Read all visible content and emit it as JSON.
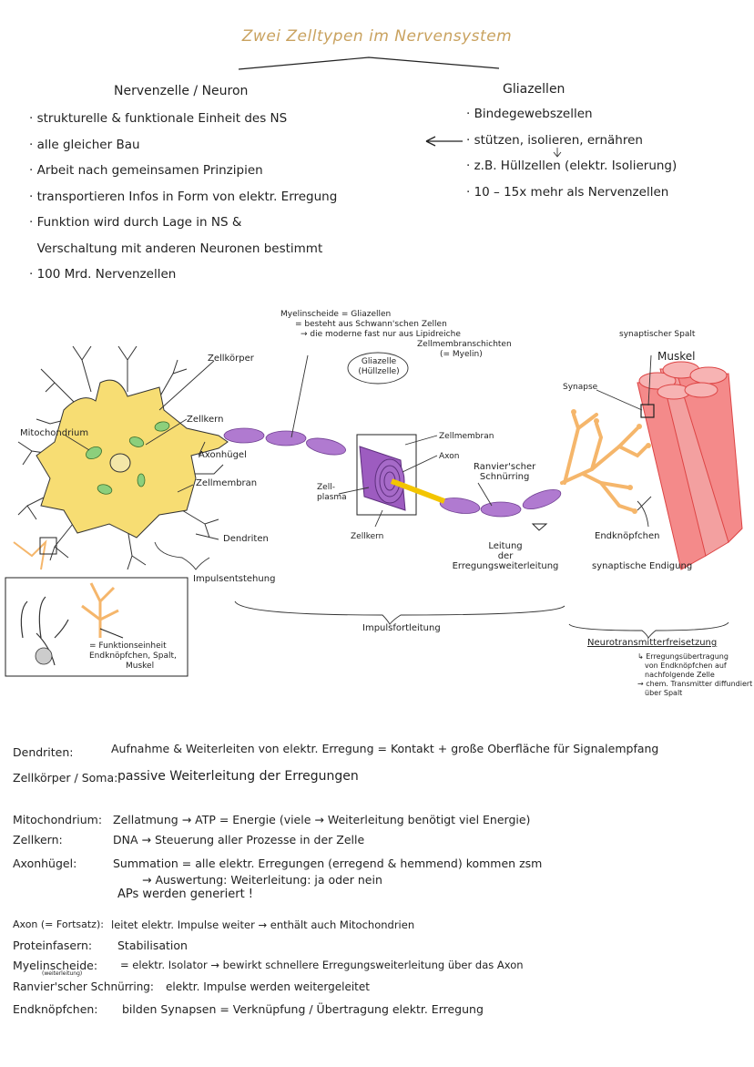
{
  "title": "Zwei Zelltypen im Nervensystem",
  "neuron": {
    "heading": "Nervenzelle / Neuron",
    "items": [
      "· strukturelle & funktionale Einheit des NS",
      "· alle gleicher Bau",
      "· Arbeit nach gemeinsamen Prinzipien",
      "· transportieren Infos in Form von elektr. Erregung",
      "· Funktion wird durch Lage in NS &",
      "  Verschaltung mit anderen Neuronen bestimmt",
      "· 100 Mrd. Nervenzellen"
    ]
  },
  "glia": {
    "heading": "Gliazellen",
    "items": [
      "· Bindegewebszellen",
      "· stützen, isolieren, ernähren",
      "· z.B. Hüllzellen (elektr. Isolierung)",
      "· 10 – 15x mehr als Nervenzellen"
    ]
  },
  "diagram": {
    "myelin_note": [
      "Myelinscheide = Gliazellen",
      "= besteht aus Schwann'schen Zellen",
      "→ die moderne fast nur aus Lipidreiche",
      "Zellmembranschichten",
      "(= Myelin)"
    ],
    "glia_bubble": [
      "Gliazelle",
      "(Hüllzelle)"
    ],
    "zellkoerper": "Zellkörper",
    "mitochondrium": "Mitochondrium",
    "zellkern": "Zellkern",
    "axonhuegel": "Axonhügel",
    "zellmembran": "Zellmembran",
    "dendriten": "Dendriten",
    "impulsentstehung": "Impulsentstehung",
    "zellmembran2": "Zellmembran",
    "axon": "Axon",
    "zellplasma": [
      "Zell-",
      "plasma"
    ],
    "zellkern2": "Zellkern",
    "ranvier": [
      "Ranvier'scher",
      "Schnürring"
    ],
    "leitung": [
      "Leitung",
      "der",
      "Erregungsweiterleitung"
    ],
    "impulsfortleitung": "Impulsfortleitung",
    "synaptischer_spalt": "synaptischer Spalt",
    "muskel": "Muskel",
    "synapse": "Synapse",
    "endknoepfchen": "Endknöpfchen",
    "synaptische_endigung": "synaptische Endigung",
    "neurotransmitter": "Neurotransmitterfreisetzung",
    "neurotransmitter_notes": [
      "↳ Erregungsübertragung",
      "von Endknöpfchen auf",
      "nachfolgende Zelle",
      "→ chem. Transmitter diffundiert",
      "über Spalt"
    ],
    "inset_note": [
      "= Funktionseinheit",
      "Endknöpfchen, Spalt,",
      "Muskel"
    ]
  },
  "definitions": [
    {
      "term": "Dendriten:",
      "text": "Aufnahme & Weiterleiten von elektr. Erregung = Kontakt    + große Oberfläche für Signalempfang"
    },
    {
      "term": "Zellkörper / Soma:",
      "text": "passive Weiterleitung der Erregungen"
    },
    {
      "term": "Mitochondrium:",
      "text": "Zellatmung → ATP = Energie (viele → Weiterleitung benötigt viel Energie)"
    },
    {
      "term": "Zellkern:",
      "text": "DNA → Steuerung aller Prozesse in der Zelle"
    },
    {
      "term": "Axonhügel:",
      "text": "Summation = alle elektr. Erregungen (erregend & hemmend) kommen zsm"
    },
    {
      "term": "",
      "text": "→ Auswertung: Weiterleitung: ja oder nein"
    },
    {
      "term": "",
      "text": "APs werden generiert !"
    },
    {
      "term": "Axon (= Fortsatz):",
      "text": "leitet elektr. Impulse weiter → enthält auch Mitochondrien"
    },
    {
      "term": "Proteinfasern:",
      "text": "Stabilisation"
    },
    {
      "term": "Myelinscheide:",
      "text": "= elektr. Isolator → bewirkt schnellere Erregungsweiterleitung über das Axon"
    },
    {
      "term": "Ranvier'scher Schnürring:",
      "text": "elektr. Impulse werden weitergeleitet"
    },
    {
      "term": "Endknöpfchen:",
      "text": "bilden Synapsen = Verknüpfung / Übertragung elektr. Erregung"
    }
  ],
  "definitions_sub": "(weiterleitung)"
}
